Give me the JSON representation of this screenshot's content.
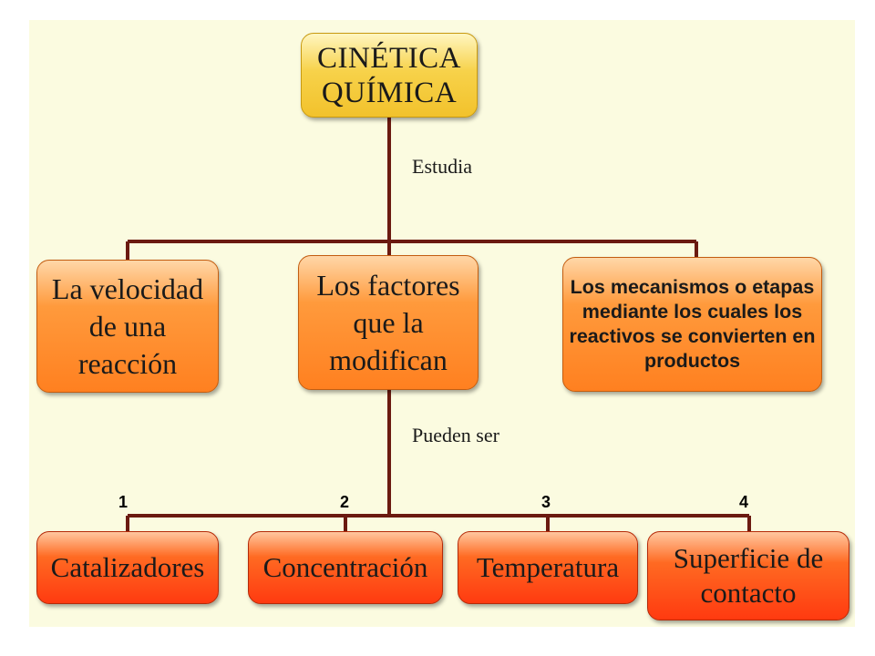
{
  "root": {
    "line1": "CINÉTICA",
    "line2": "QUÍMICA"
  },
  "link_labels": {
    "studies": "Estudia",
    "can_be": "Pueden ser"
  },
  "level1": [
    {
      "lines": [
        "La velocidad",
        "de una",
        "reacción"
      ]
    },
    {
      "lines": [
        "Los factores",
        "que la",
        "modifican"
      ]
    },
    {
      "lines": [
        "Los mecanismos o etapas",
        "mediante los cuales los",
        "reactivos se convierten en",
        "productos"
      ]
    }
  ],
  "level2": [
    {
      "number": "1",
      "lines": [
        "Catalizadores"
      ]
    },
    {
      "number": "2",
      "lines": [
        "Concentración"
      ]
    },
    {
      "number": "3",
      "lines": [
        "Temperatura"
      ]
    },
    {
      "number": "4",
      "lines": [
        "Superficie de",
        "contacto"
      ]
    }
  ],
  "colors": {
    "panel_bg": "#fbfbe0",
    "root_fill": "#f7d24a",
    "level1_fill": "#ff8a2a",
    "level2_fill": "#ff4a18",
    "connector": "#6b1a10"
  }
}
